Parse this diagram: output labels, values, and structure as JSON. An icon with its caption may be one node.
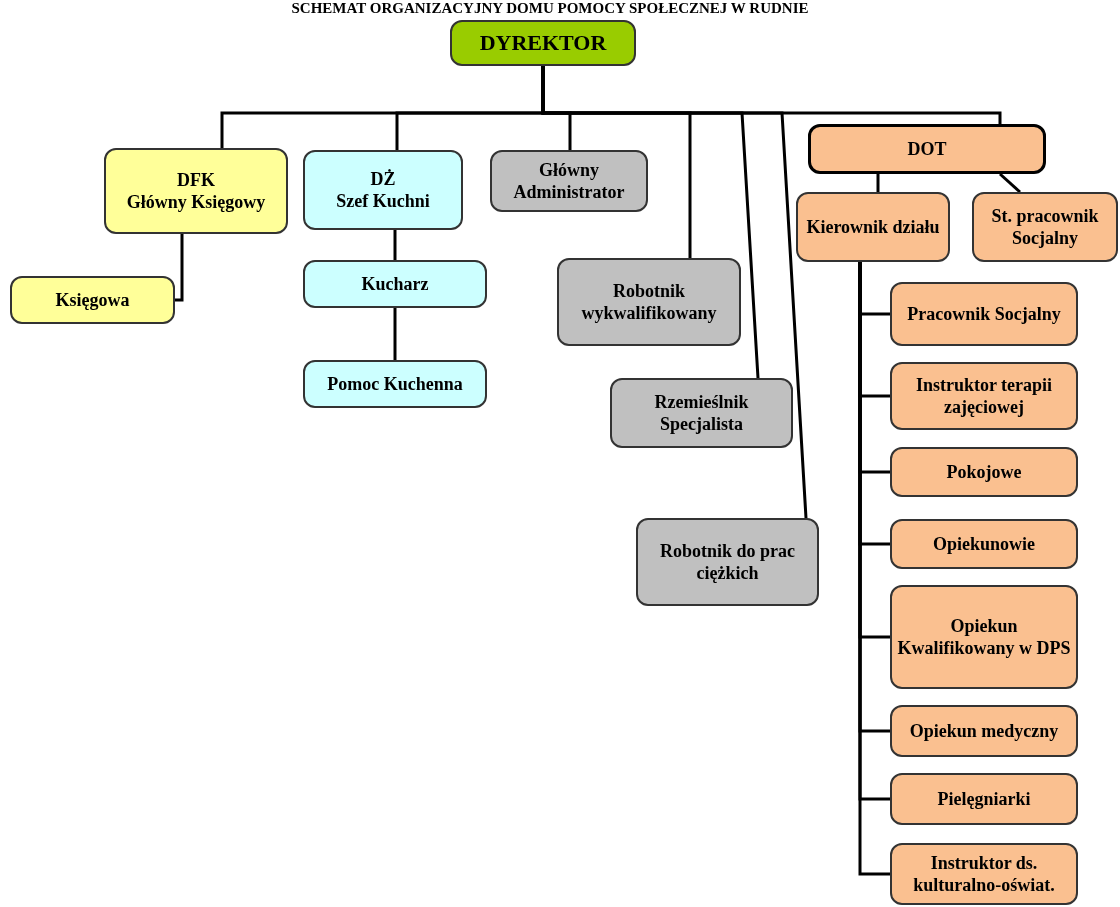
{
  "diagram": {
    "title": "SCHEMAT ORGANIZACYJNY DOMU POMOCY SPOŁECZNEJ W RUDNIE",
    "nodes": [
      {
        "text": [
          "DYREKTOR"
        ]
      },
      {
        "text": [
          "DFK",
          "Główny Księgowy"
        ]
      },
      {
        "text": [
          "Księgowa"
        ]
      },
      {
        "text": [
          "DŻ",
          "Szef Kuchni"
        ]
      },
      {
        "text": [
          "Kucharz"
        ]
      },
      {
        "text": [
          "Pomoc Kuchenna"
        ]
      },
      {
        "text": [
          "Główny Administrator"
        ]
      },
      {
        "text": [
          "Robotnik wykwalifikowany"
        ]
      },
      {
        "text": [
          "Rzemieślnik Specjalista"
        ]
      },
      {
        "text": [
          "Robotnik do prac ciężkich"
        ]
      },
      {
        "text": [
          "DOT"
        ]
      },
      {
        "text": [
          "Kierownik działu"
        ]
      },
      {
        "text": [
          "St. pracownik Socjalny"
        ]
      },
      {
        "text": [
          "Pracownik Socjalny"
        ]
      },
      {
        "text": [
          "Instruktor terapii zajęciowej"
        ]
      },
      {
        "text": [
          "Pokojowe"
        ]
      },
      {
        "text": [
          "Opiekunowie"
        ]
      },
      {
        "text": [
          "Opiekun Kwalifikowany w DPS"
        ]
      },
      {
        "text": [
          "Opiekun medyczny"
        ]
      },
      {
        "text": [
          "Pielęgniarki"
        ]
      },
      {
        "text": [
          "Instruktor ds. kulturalno-oświat."
        ]
      }
    ],
    "edges": [
      {
        "from": 0,
        "to": 1,
        "arrow": "none"
      },
      {
        "from": 0,
        "to": 3,
        "arrow": "none"
      },
      {
        "from": 0,
        "to": 6,
        "arrow": "none"
      },
      {
        "from": 0,
        "to": 7,
        "arrow": "none"
      },
      {
        "from": 0,
        "to": 8,
        "arrow": "none"
      },
      {
        "from": 0,
        "to": 9,
        "arrow": "none"
      },
      {
        "from": 0,
        "to": 10,
        "arrow": "none"
      },
      {
        "from": 1,
        "to": 2,
        "arrow": "none"
      },
      {
        "from": 3,
        "to": 4,
        "arrow": "none"
      },
      {
        "from": 4,
        "to": 5,
        "arrow": "none"
      },
      {
        "from": 10,
        "to": 11,
        "arrow": "none"
      },
      {
        "from": 10,
        "to": 12,
        "arrow": "none"
      },
      {
        "from": 11,
        "to": 13,
        "arrow": "none"
      },
      {
        "from": 11,
        "to": 14,
        "arrow": "none"
      },
      {
        "from": 11,
        "to": 15,
        "arrow": "none"
      },
      {
        "from": 11,
        "to": 16,
        "arrow": "none"
      },
      {
        "from": 11,
        "to": 17,
        "arrow": "none"
      },
      {
        "from": 11,
        "to": 18,
        "arrow": "none"
      },
      {
        "from": 11,
        "to": 19,
        "arrow": "none"
      },
      {
        "from": 11,
        "to": 20,
        "arrow": "none"
      }
    ]
  }
}
